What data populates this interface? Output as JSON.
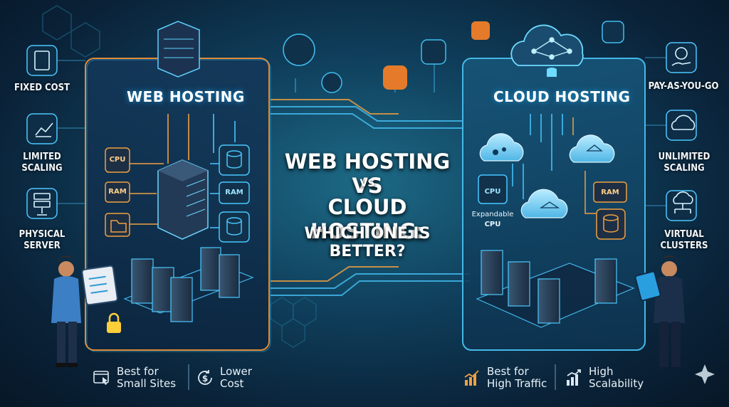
{
  "title": {
    "line1": "WEB HOSTING VS",
    "line2": "VS",
    "line3": "CLOUD HOSTING:",
    "line4": "WHICH ONE IS BETTER?"
  },
  "web_panel": {
    "title": "WEB HOSTING",
    "chips": [
      "CPU",
      "RAM",
      "RAM"
    ]
  },
  "cloud_panel": {
    "title": "CLOUD HOSTING",
    "chips": [
      "CPU",
      "Expandable",
      "CPU",
      "RAM"
    ]
  },
  "left_features": [
    {
      "label": "FIXED COST",
      "icon": "receipt-dollar-icon"
    },
    {
      "label": "LIMITED\nSCALING",
      "icon": "chart-up-icon"
    },
    {
      "label": "PHYSICAL\nSERVER",
      "icon": "server-rack-icon"
    }
  ],
  "right_features": [
    {
      "label": "PAY-AS-YOU-GO",
      "icon": "hand-coin-icon"
    },
    {
      "label": "UNLIMITED\nSCALING",
      "icon": "cloud-icon"
    },
    {
      "label": "VIRTUAL\nCLUSTERS",
      "icon": "cloud-network-icon"
    }
  ],
  "footer_left": [
    {
      "line1": "Best for",
      "line2": "Small Sites",
      "icon": "browser-cursor-icon"
    },
    {
      "line1": "Lower",
      "line2": "Cost",
      "icon": "dollar-cycle-icon"
    }
  ],
  "footer_right": [
    {
      "line1": "Best for",
      "line2": "High Traffic",
      "icon": "bar-chart-icon"
    },
    {
      "line1": "High",
      "line2": "Scalability",
      "icon": "growth-chart-icon"
    }
  ],
  "colors": {
    "accent_orange": "#f28a2e",
    "accent_cyan": "#3fd0ff",
    "panel_border_left": "#e08a35",
    "panel_border_right": "#45b8e8"
  }
}
